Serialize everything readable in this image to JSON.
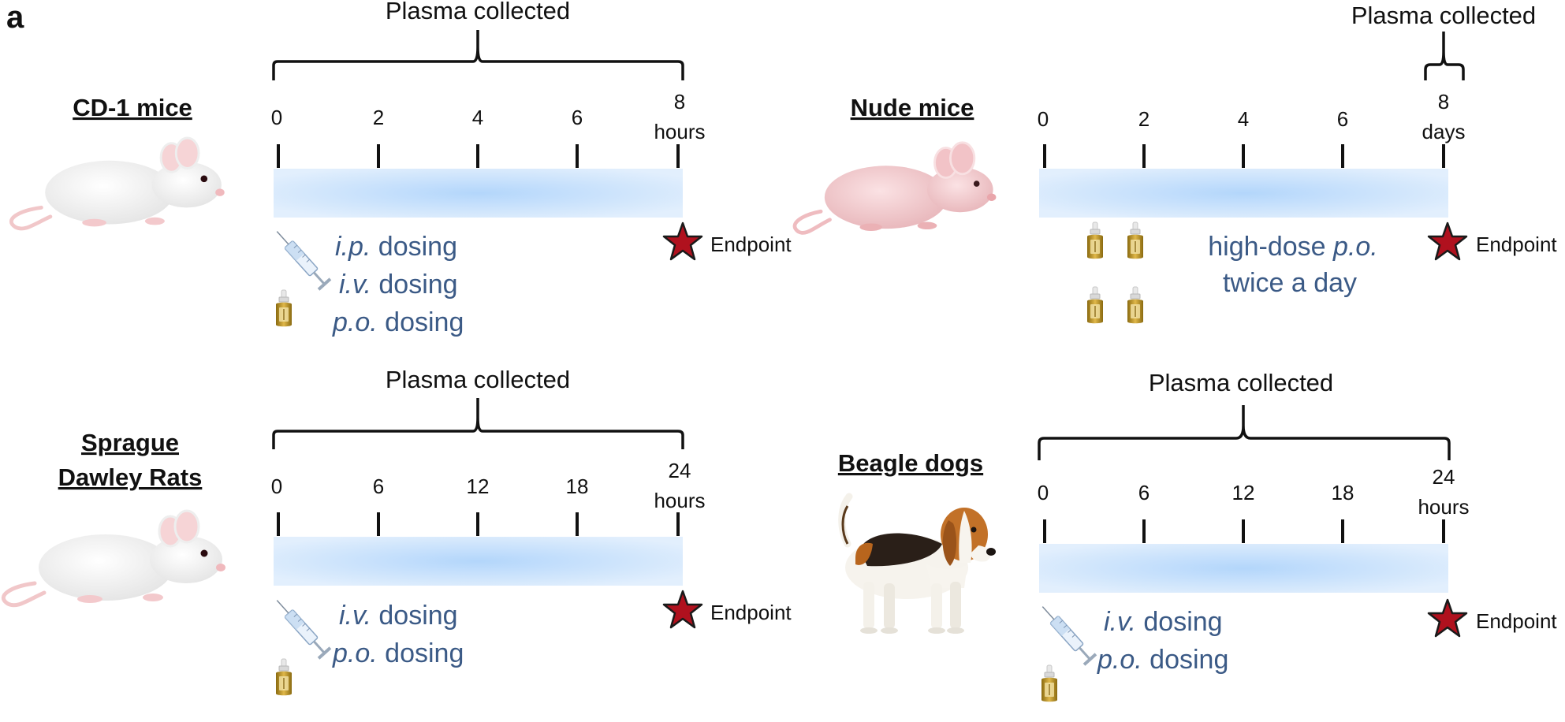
{
  "panel_letter": "a",
  "endpoint_label": "Endpoint",
  "plasma_label": "Plasma collected",
  "timelines": [
    {
      "id": "cd1",
      "species": [
        "CD-1 mice"
      ],
      "ticks": [
        "0",
        "2",
        "4",
        "6",
        "8"
      ],
      "unit": "hours",
      "dosing": [
        {
          "route": "i.p.",
          "text": " dosing"
        },
        {
          "route": "i.v.",
          "text": " dosing"
        },
        {
          "route": "p.o.",
          "text": " dosing"
        }
      ],
      "icons": [
        "syringe-icon",
        "dropper-bottle-icon"
      ]
    },
    {
      "id": "nude",
      "species": [
        "Nude mice"
      ],
      "ticks": [
        "0",
        "2",
        "4",
        "6",
        "8"
      ],
      "unit": "days",
      "dosing_line1": {
        "pre": "high-dose ",
        "route": "p.o."
      },
      "dosing_line2": "twice a day",
      "icons": [
        "dropper-bottle-icon",
        "dropper-bottle-icon",
        "dropper-bottle-icon",
        "dropper-bottle-icon"
      ]
    },
    {
      "id": "sd",
      "species": [
        "Sprague",
        "Dawley Rats"
      ],
      "ticks": [
        "0",
        "6",
        "12",
        "18",
        "24"
      ],
      "unit": "hours",
      "dosing": [
        {
          "route": "i.v.",
          "text": " dosing"
        },
        {
          "route": "p.o.",
          "text": " dosing"
        }
      ],
      "icons": [
        "syringe-icon",
        "dropper-bottle-icon"
      ]
    },
    {
      "id": "beagle",
      "species": [
        "Beagle dogs"
      ],
      "ticks": [
        "0",
        "6",
        "12",
        "18",
        "24"
      ],
      "unit": "hours",
      "dosing": [
        {
          "route": "i.v.",
          "text": " dosing"
        },
        {
          "route": "p.o.",
          "text": " dosing"
        }
      ],
      "icons": [
        "syringe-icon",
        "dropper-bottle-icon"
      ]
    }
  ],
  "colors": {
    "dosing_text": "#3b5a86",
    "bar_light": "#deedfd",
    "bar_dark": "#b3d6fb",
    "star": "#b0111e"
  }
}
